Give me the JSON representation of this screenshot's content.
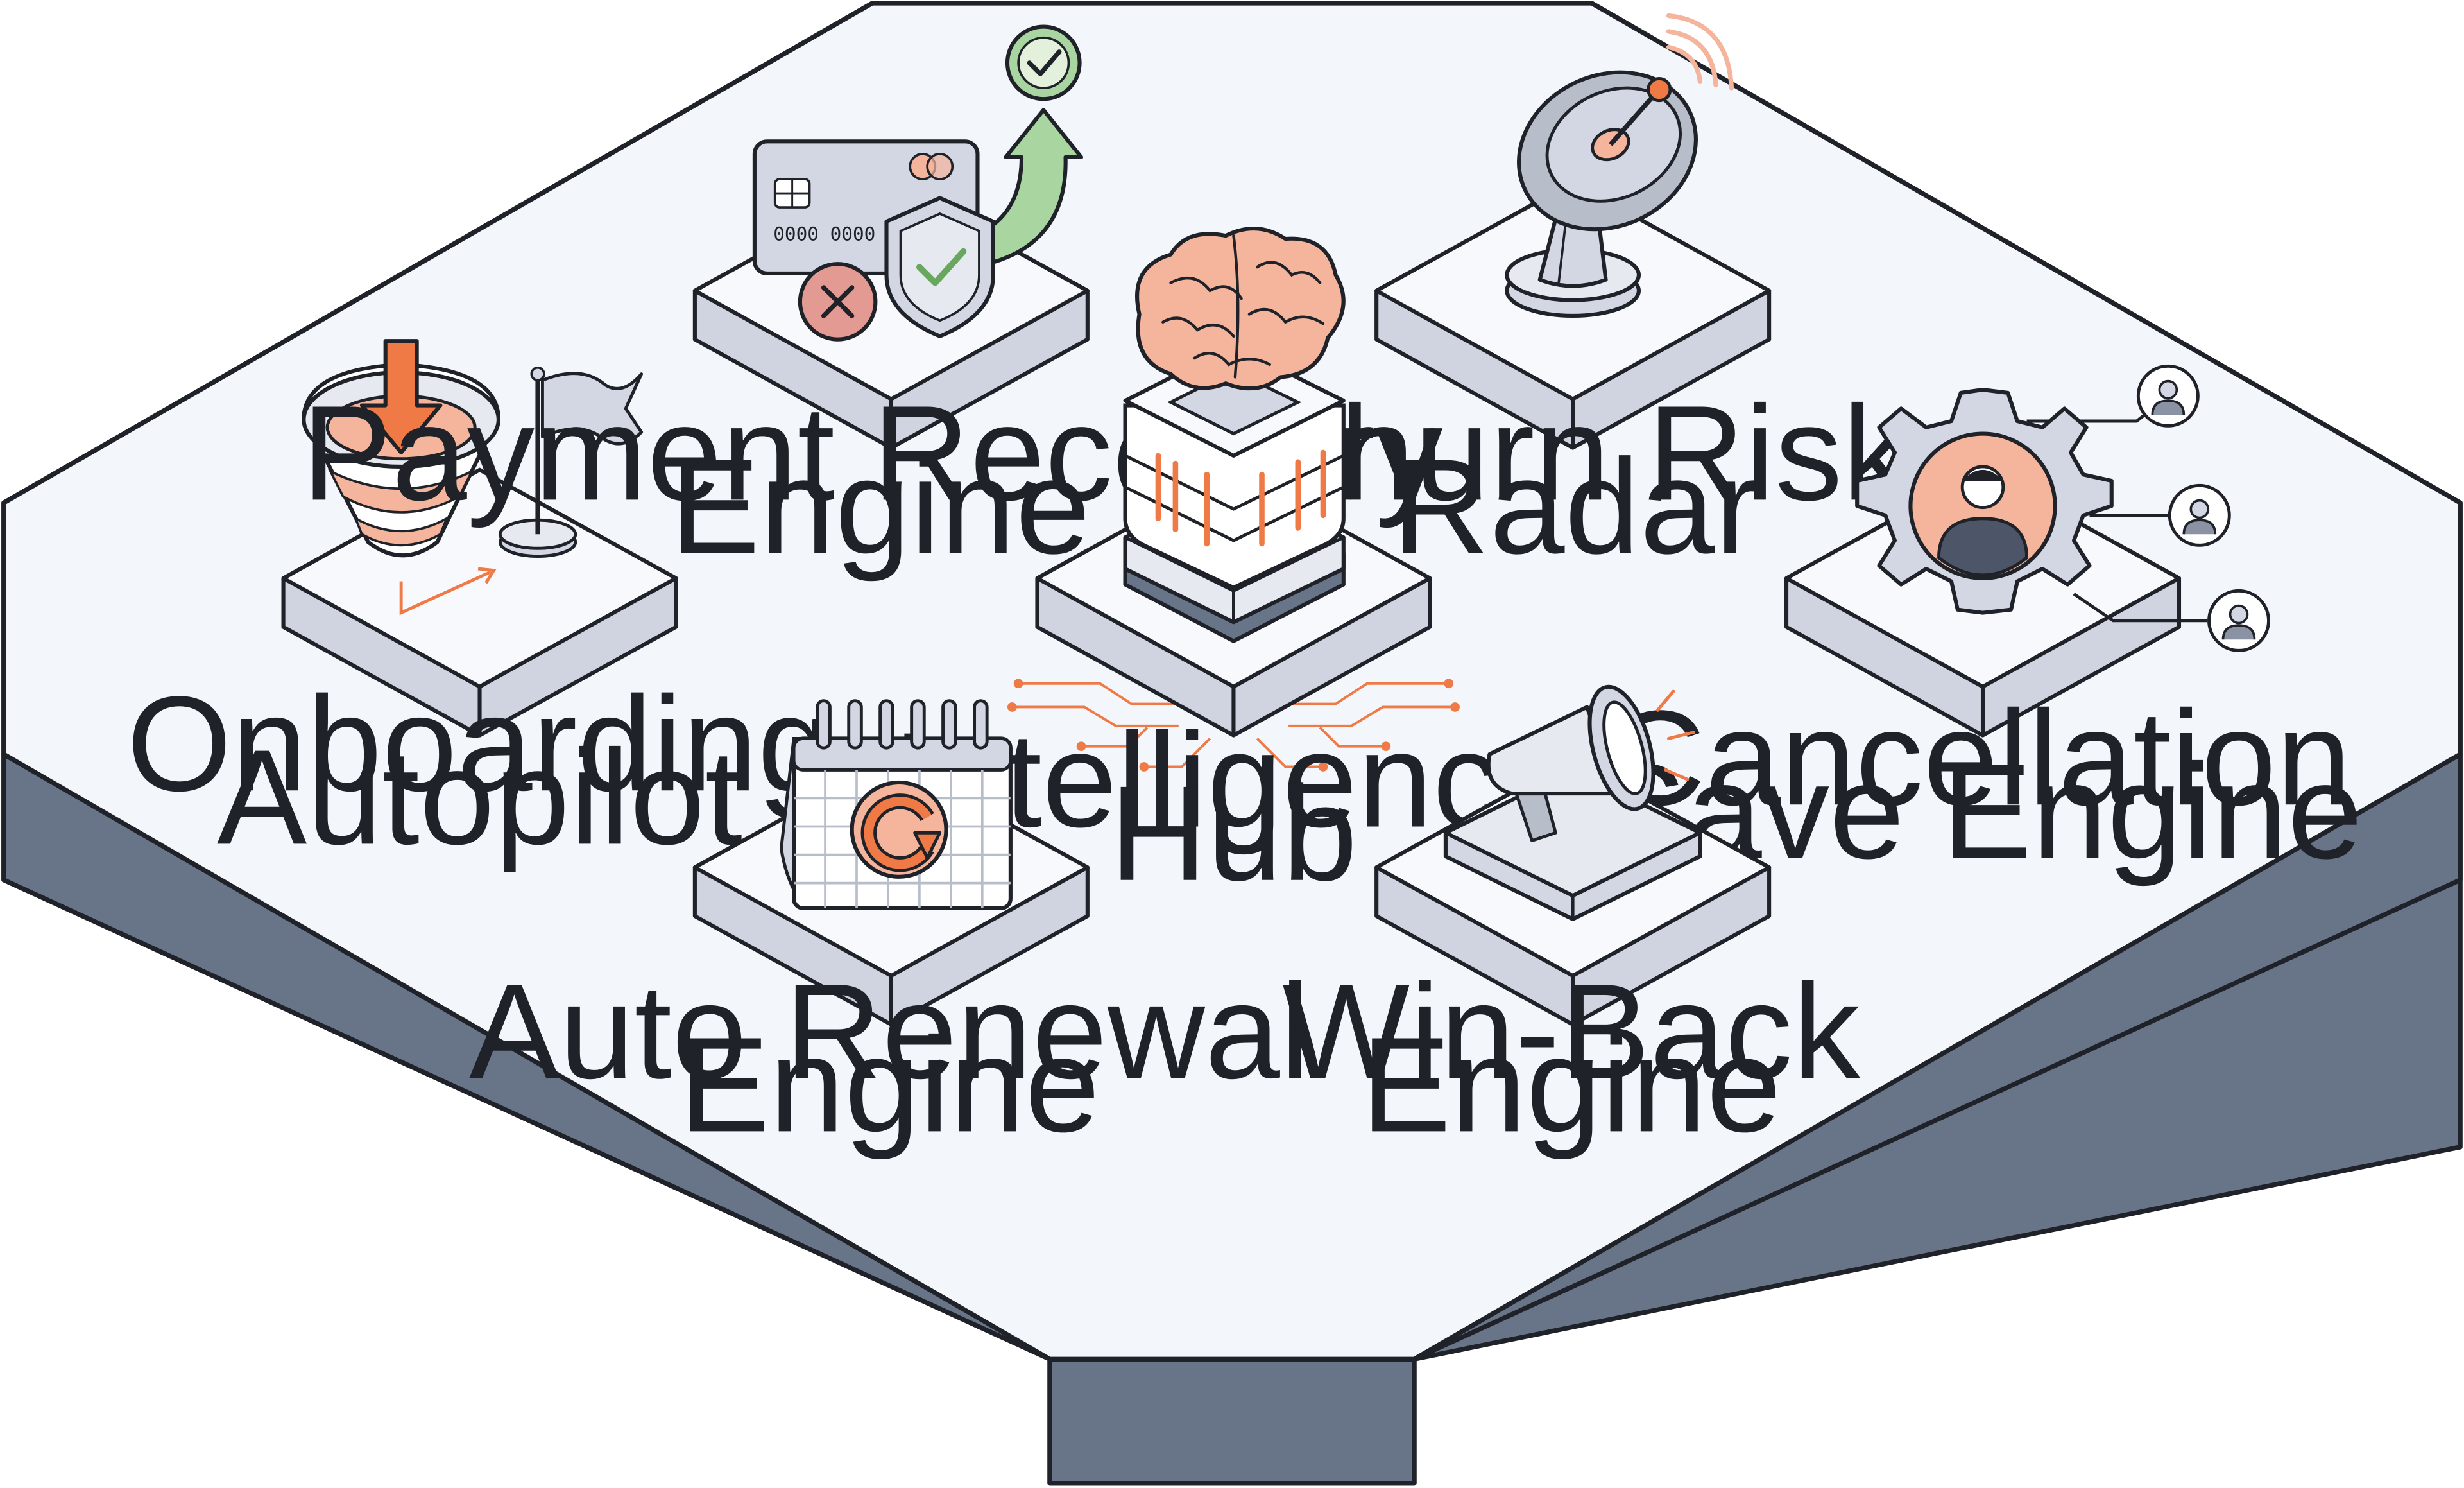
{
  "colors": {
    "platform_top": "#f3f6fb",
    "platform_side": "#687488",
    "outline": "#1f2228",
    "tile_top": "#f7f9fd",
    "tile_side": "#d0d4e1",
    "accent_orange": "#f07a45",
    "accent_peach": "#f4b59c",
    "accent_green": "#a9d6a0",
    "accent_red": "#e39a92",
    "gray_light": "#d3d7e3",
    "gray_mid": "#b8bdca"
  },
  "modules": {
    "onboarding": {
      "line1": "Onboarding",
      "line2": "Autopilot",
      "icon": "funnel-flag-icon"
    },
    "payment": {
      "line1": "Payment Recovery",
      "line2": "Engine",
      "icon": "credit-card-shield-icon"
    },
    "churn": {
      "line1": "Churn Risk",
      "line2": "Radar",
      "icon": "radar-dish-icon"
    },
    "hub": {
      "line1": "Intelligence",
      "line2": "Hub",
      "icon": "brain-server-icon"
    },
    "cancellation": {
      "line1": "Cancellation",
      "line2": "Save Engine",
      "icon": "gear-user-icon"
    },
    "renewal": {
      "line1": "Auto Renewal",
      "line2": "Engine",
      "icon": "calendar-refresh-icon"
    },
    "winback": {
      "line1": "Win-Back",
      "line2": "Engine",
      "icon": "megaphone-icon"
    }
  },
  "card_text": {
    "digits": "0000 0000 0000"
  }
}
